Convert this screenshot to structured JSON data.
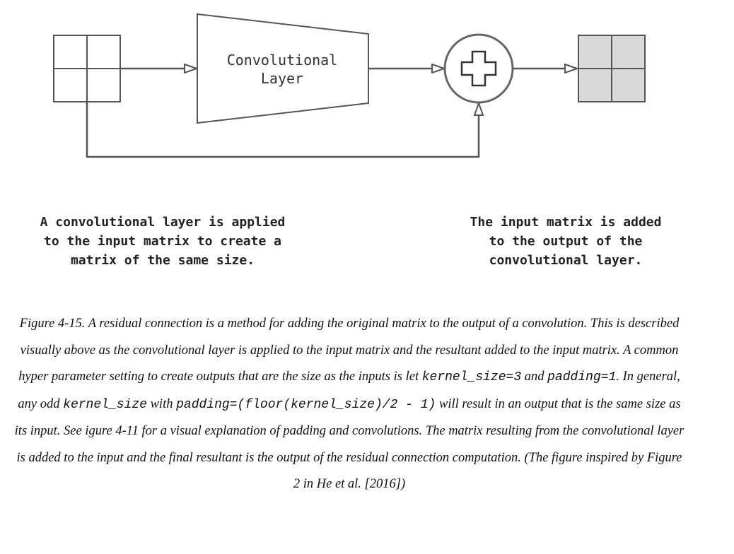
{
  "diagram": {
    "conv_layer_label_line1": "Convolutional",
    "conv_layer_label_line2": "Layer",
    "note_left": "A convolutional layer is applied\nto the input matrix to create a\nmatrix of the same size.",
    "note_right": "The input matrix is added\nto the output of the\nconvolutional layer.",
    "colors": {
      "stroke": "#555555",
      "output_fill": "#d9d9d9",
      "background": "#ffffff"
    },
    "icons": {
      "add_node": "plus-icon"
    }
  },
  "caption": {
    "p1": "Figure 4-15. A residual connection is a method for adding the original matrix to the output of a convolution. This is described visually above as the convolutional layer is applied to the input matrix and the resultant added to the input matrix. A common hyper parameter setting to create outputs that are the size as the inputs is let ",
    "code1": "kernel_size=3",
    "p2": " and ",
    "code2": "padding=1",
    "p3": ". In general, any odd ",
    "code3": "kernel_size",
    "p4": " with ",
    "code4": "padding=(floor(kernel_size)/2 - 1)",
    "p5": " will result in an output that is the same size as its input. See igure 4-11 for a visual explanation of padding and convolutions. The matrix resulting from the convolutional layer is added to the input and the final resultant is the output of the residual connection computation. (The figure inspired by Figure 2 in He et al. [2016])"
  }
}
